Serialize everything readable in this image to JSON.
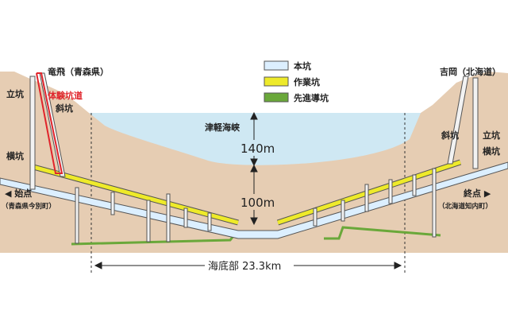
{
  "legend": {
    "main_tunnel": "本坑",
    "work_tunnel": "作業坑",
    "pilot_tunnel": "先進導坑"
  },
  "left": {
    "station": "竜飛（青森県）",
    "experience_tunnel": "体験坑道",
    "inclined_shaft": "斜坑",
    "vertical_shaft": "立坑",
    "horizontal_shaft": "横坑",
    "start_point": "◀ 始点",
    "start_location": "（青森県今別町）"
  },
  "right": {
    "station": "吉岡（北海道）",
    "inclined_shaft": "斜坑",
    "vertical_shaft": "立坑",
    "horizontal_shaft": "横坑",
    "end_point": "終点 ▶",
    "end_location": "（北海道知内町）"
  },
  "strait": "津軽海峡",
  "depth_water": "140m",
  "depth_rock": "100m",
  "undersea_span": "海底部 23.3km",
  "colors": {
    "sea": "#cfe8f3",
    "ground": "#e6cdb3",
    "main_tunnel": "#dcefff",
    "work_tunnel": "#eeea2a",
    "pilot_tunnel": "#6aa83a",
    "experience_tunnel": "#e0242b"
  }
}
